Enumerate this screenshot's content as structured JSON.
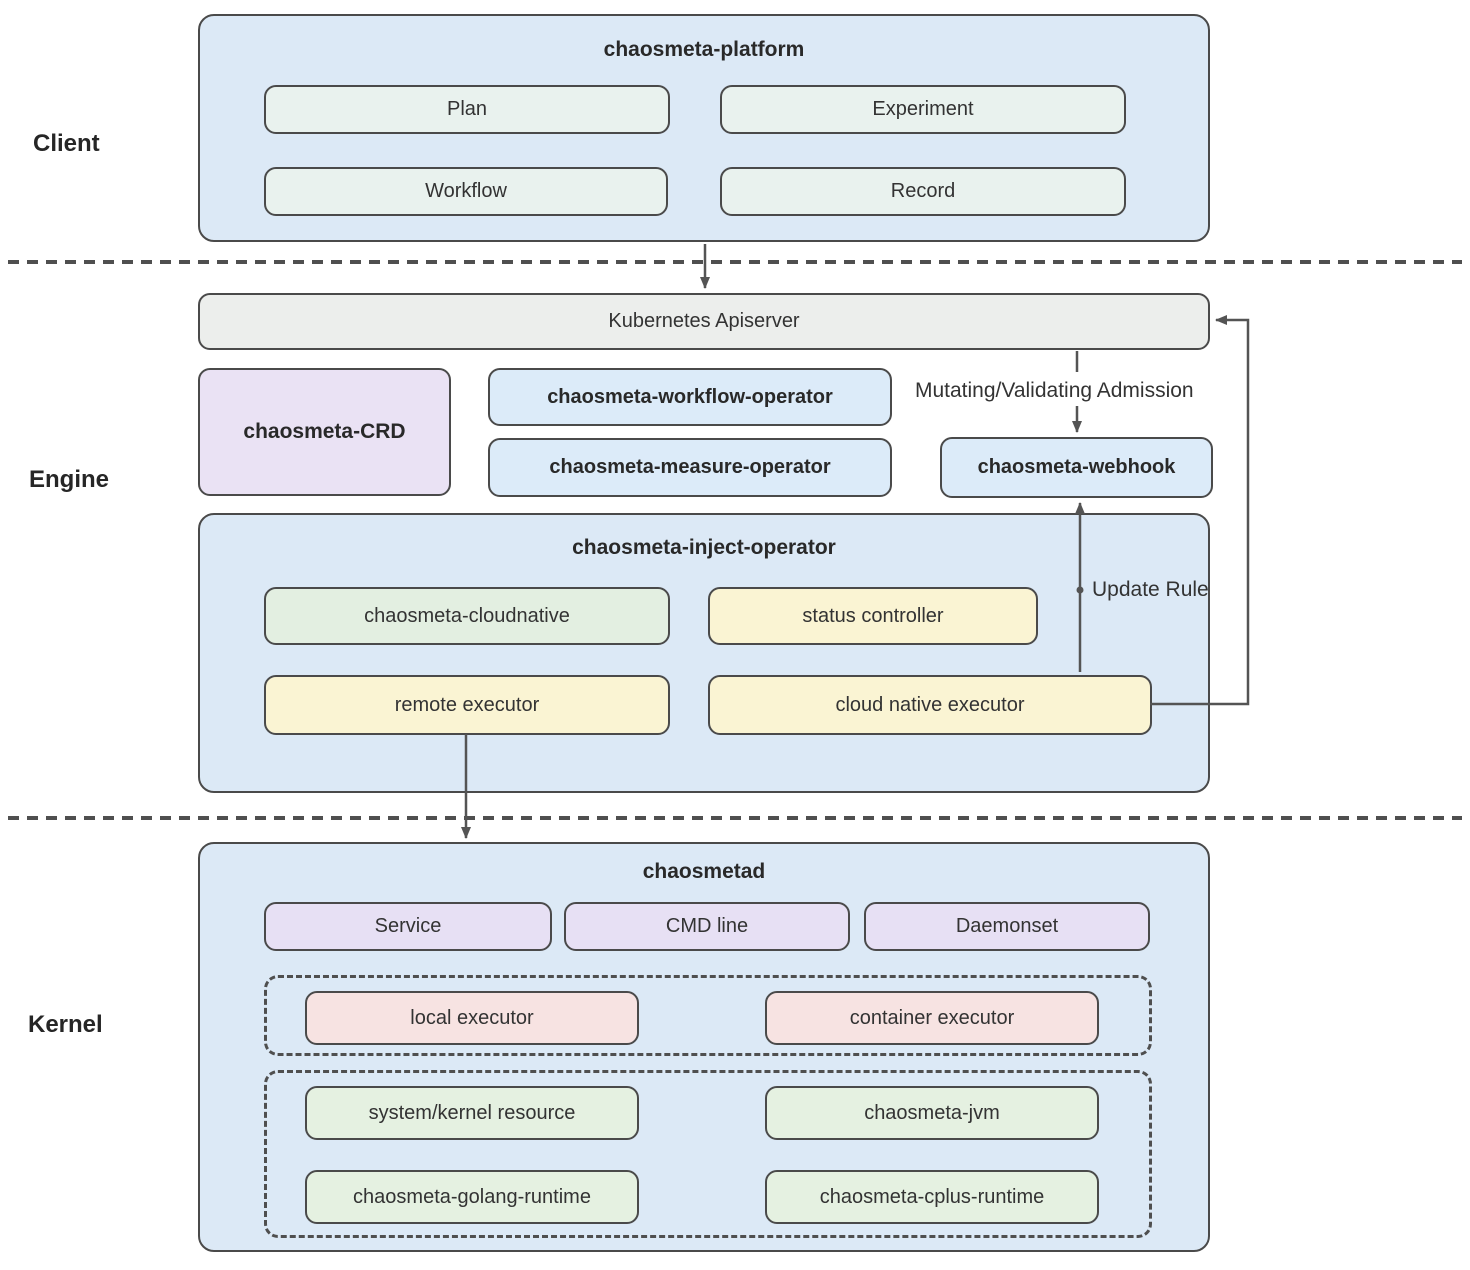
{
  "layers": {
    "client": "Client",
    "engine": "Engine",
    "kernel": "Kernel"
  },
  "client": {
    "platform": {
      "title": "chaosmeta-platform",
      "items": [
        "Plan",
        "Experiment",
        "Workflow",
        "Record"
      ]
    }
  },
  "engine": {
    "apiserver_label": "Kubernetes Apiserver",
    "crd_label": "chaosmeta-CRD",
    "workflow_operator_label": "chaosmeta-workflow-operator",
    "measure_operator_label": "chaosmeta-measure-operator",
    "webhook_label": "chaosmeta-webhook",
    "admission_annotation": "Mutating/Validating Admission",
    "update_rule_annotation": "Update Rule",
    "inject_operator": {
      "title": "chaosmeta-inject-operator",
      "cloudnative": "chaosmeta-cloudnative",
      "status_controller": "status controller",
      "remote_executor": "remote executor",
      "cloud_native_executor": "cloud native executor"
    }
  },
  "kernel": {
    "chaosmetad": {
      "title": "chaosmetad",
      "interfaces": [
        "Service",
        "CMD line",
        "Daemonset"
      ],
      "executors": [
        "local executor",
        "container executor"
      ],
      "capabilities": [
        "system/kernel resource",
        "chaosmeta-jvm",
        "chaosmeta-golang-runtime",
        "chaosmeta-cplus-runtime"
      ]
    }
  },
  "colors": {
    "panel_blue": "#dce9f6",
    "pill_mint": "#e9f2ee",
    "apiserver_gray": "#eceeec",
    "crd_purple": "#eae2f4",
    "operator_blue": "#dcebf9",
    "cloudnative_green": "#e3efe1",
    "executor_yellow": "#faf4d3",
    "interface_lavender": "#e7e0f4",
    "executor_pink": "#f7e3e2",
    "capability_green": "#e5f1e1",
    "line_gray": "#545454",
    "border_gray": "#4a4a4a"
  }
}
